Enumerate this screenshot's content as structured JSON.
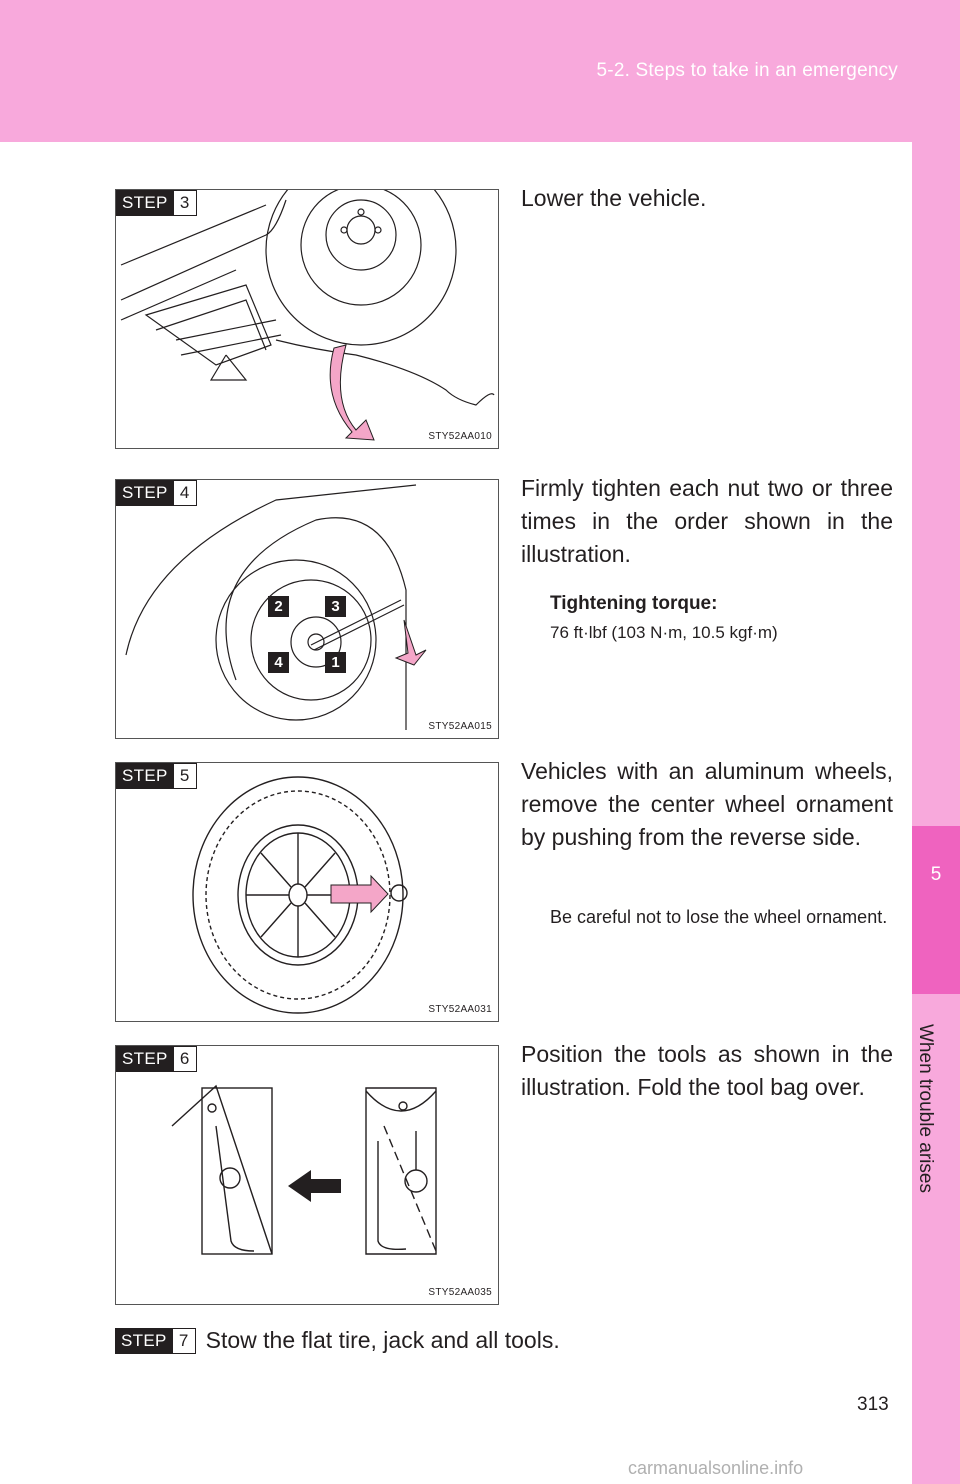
{
  "header": {
    "section": "5-2. Steps to take in an emergency"
  },
  "sidetab": {
    "chapter_number": "5",
    "chapter_title": "When trouble arises"
  },
  "steps": [
    {
      "badge": "STEP",
      "number": "3",
      "figure_code": "STY52AA010",
      "text": "Lower the vehicle."
    },
    {
      "badge": "STEP",
      "number": "4",
      "figure_code": "STY52AA015",
      "text": "Firmly tighten each nut two or three times in the order shown in the illustration.",
      "sub_label": "Tightening torque:",
      "sub_value": "76 ft·lbf (103 N·m, 10.5 kgf·m)",
      "markers": [
        "2",
        "3",
        "4",
        "1"
      ]
    },
    {
      "badge": "STEP",
      "number": "5",
      "figure_code": "STY52AA031",
      "text": "Vehicles with an aluminum wheels, remove the center wheel ornament by pushing from the reverse side.",
      "note": "Be careful not to lose the wheel ornament."
    },
    {
      "badge": "STEP",
      "number": "6",
      "figure_code": "STY52AA035",
      "text": "Position the tools as shown in the illustration. Fold the tool bag over."
    },
    {
      "badge": "STEP",
      "number": "7",
      "text": "Stow the flat tire, jack and all tools."
    }
  ],
  "page_number": "313",
  "watermark": "carmanualsonline.info",
  "colors": {
    "header_pink": "#f8a9dc",
    "tab_active_pink": "#ef63bf",
    "arrow_pink": "#f4a6c8"
  }
}
